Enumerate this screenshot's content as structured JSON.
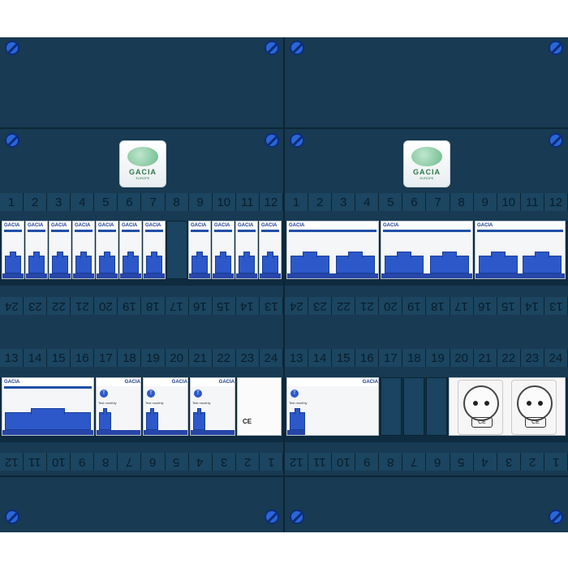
{
  "brand": {
    "name": "GACIA",
    "sub": "EUROPE"
  },
  "top_row_numbers": [
    "1",
    "2",
    "3",
    "4",
    "5",
    "6",
    "7",
    "8",
    "9",
    "10",
    "11",
    "12"
  ],
  "upper_flipped_numbers": [
    "24",
    "23",
    "22",
    "21",
    "20",
    "19",
    "18",
    "17",
    "16",
    "15",
    "14",
    "13"
  ],
  "lower_row_numbers": [
    "13",
    "14",
    "15",
    "16",
    "17",
    "18",
    "19",
    "20",
    "21",
    "22",
    "23",
    "24"
  ],
  "bottom_flipped_numbers": [
    "12",
    "11",
    "10",
    "9",
    "8",
    "7",
    "6",
    "5",
    "4",
    "3",
    "2",
    "1"
  ],
  "modules": {
    "mcb_label": "GACIA",
    "rcd_label": "GACIA",
    "rcd_test_symbol": "T",
    "rcd_test_text": "Test monthly",
    "socket_mark": "CE",
    "psu_mark": "CE"
  },
  "colors": {
    "panel": "#183a52",
    "breaker_blue": "#2d58c9",
    "screw": "#2a66d6"
  }
}
